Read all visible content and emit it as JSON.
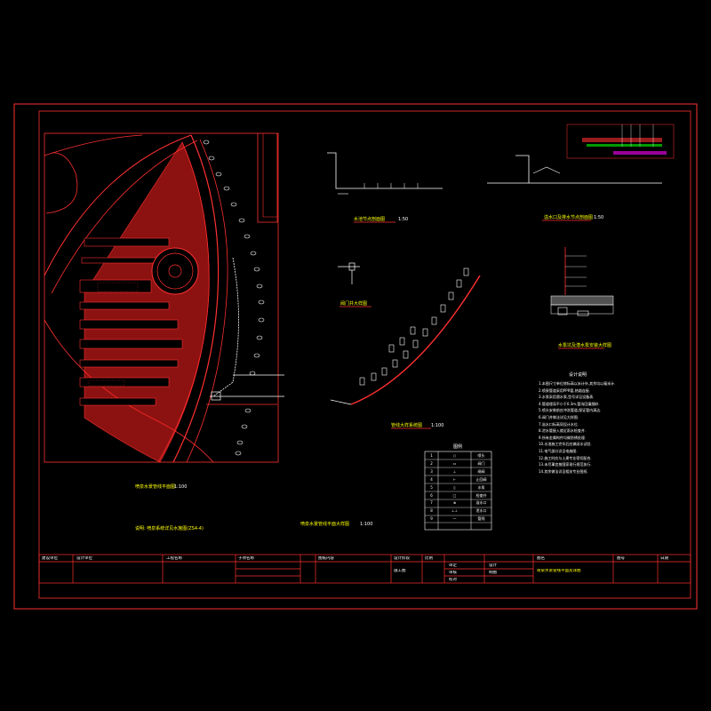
{
  "titles": {
    "plan": "喷泉水景管线平面图",
    "plan_scale": "1:100",
    "plan_note": "说明: 喷泉系统详见水施图(ZS4-4)",
    "pipe_plan": "喷泉水景管线平面大样图",
    "pipe_plan_scale": "1:100",
    "section1": "水池节点剖面图",
    "section1_scale": "1:50",
    "section2": "溢水口及排水节点剖面图",
    "section2_scale": "1:50",
    "valve": "阀门井大样图",
    "arc_pipe": "管线大样系统图",
    "arc_pipe_scale": "1:100",
    "pit": "水泵坑及潜水泵安装大样图",
    "legend": "图例"
  },
  "legend_rows": [
    [
      "1",
      "○",
      "喷头"
    ],
    [
      "2",
      "▭",
      "阀门"
    ],
    [
      "3",
      "⊥",
      "闸阀"
    ],
    [
      "4",
      "⊢",
      "止回阀"
    ],
    [
      "5",
      "▯",
      "水泵"
    ],
    [
      "6",
      "□",
      "检查井"
    ],
    [
      "7",
      "⊗",
      "溢水口"
    ],
    [
      "8",
      "⊥⊥",
      "泄水口"
    ],
    [
      "9",
      "—",
      "管线"
    ]
  ],
  "notes": {
    "heading": "设计说明",
    "lines": [
      "1.本图尺寸单位除标高以米计外,其余均以毫米计.",
      "2.喷泉管道采用PPR管,热熔连接.",
      "3.水泵采用潜水泵,型号详见设备表.",
      "4.管道埋深不小于0.3m,管沟回填细砂.",
      "5.喷头安装前应冲洗管道,保证管内清洁.",
      "6.阀门井做法详见大样图.",
      "7.溢水口标高同设计水位.",
      "8.泄水管接入就近雨水检查井.",
      "9.所有金属构件均做防锈处理.",
      "10.水池施工完毕后应做闭水试验.",
      "11.电气部分详见电施图.",
      "12.施工时应与土建专业密切配合.",
      "13.未尽事宜按国家现行规范执行.",
      "14.其余做法详见相关专业图纸."
    ]
  },
  "title_block": {
    "c1": "建设单位",
    "c2": "设计单位",
    "c3": "工程名称",
    "c4": "子项名称",
    "c5": "图纸内容",
    "c6": "设计阶段",
    "c7": "比例",
    "c8": "审定",
    "c9": "审核",
    "c10": "校对",
    "c11": "设计",
    "c12": "制图",
    "c13": "图名",
    "c14": "喷泉水景管线平面及详图",
    "c15": "图号",
    "c16": "日期",
    "c17": "施工图"
  },
  "colors": {
    "background": "#000000",
    "border": "#ff3030",
    "annotation": "#ffffff",
    "accent": "#ffff00",
    "secondary": "#00ffff"
  }
}
